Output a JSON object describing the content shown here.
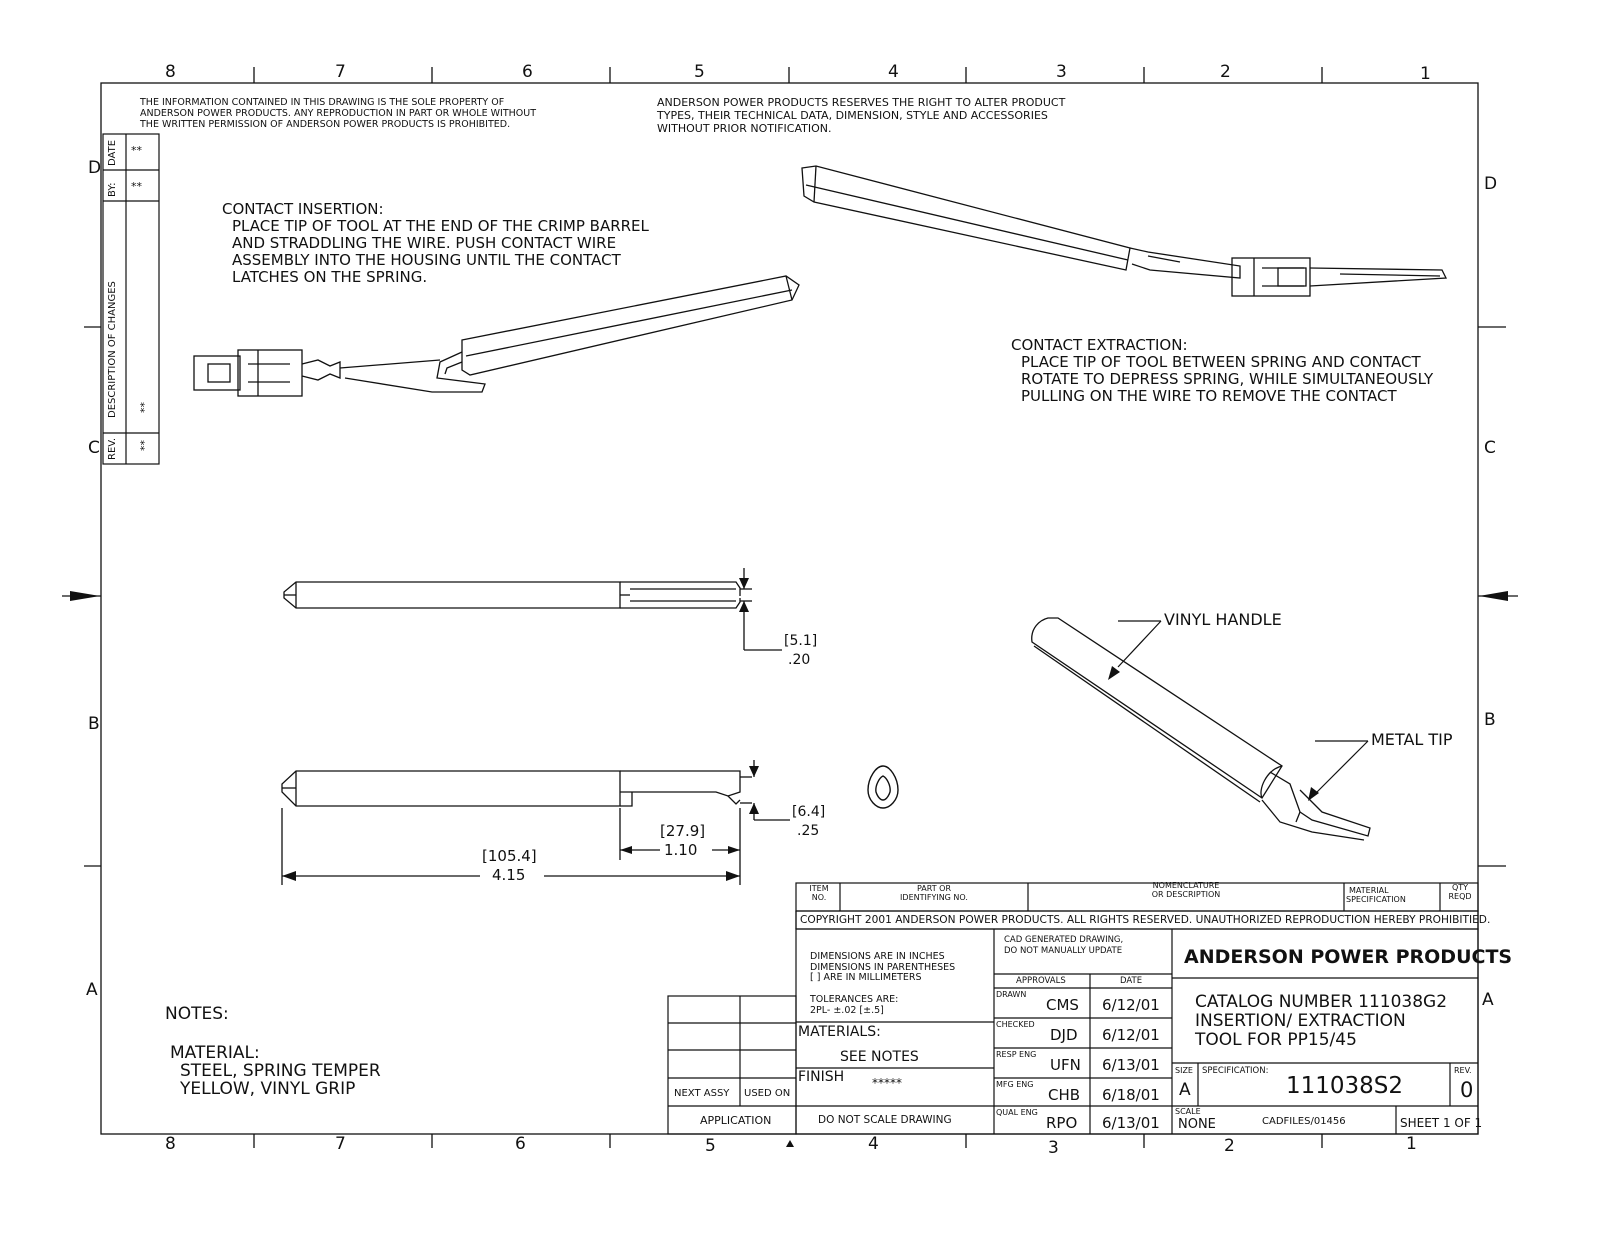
{
  "zone_columns_top": [
    "8",
    "7",
    "6",
    "5",
    "4",
    "3",
    "2",
    "1"
  ],
  "zone_columns_bottom": [
    "8",
    "7",
    "6",
    "5",
    "4",
    "3",
    "2",
    "1"
  ],
  "zone_rows_left": [
    "D",
    "C",
    "B",
    "A"
  ],
  "zone_rows_right": [
    "D",
    "C",
    "B",
    "A"
  ],
  "proprietary_notice": [
    "THE INFORMATION CONTAINED IN THIS DRAWING IS THE SOLE PROPERTY OF",
    "ANDERSON POWER PRODUCTS.  ANY REPRODUCTION IN PART OR WHOLE WITHOUT",
    "THE WRITTEN PERMISSION OF ANDERSON POWER PRODUCTS IS PROHIBITED."
  ],
  "rights_notice": [
    "ANDERSON POWER PRODUCTS RESERVES THE RIGHT TO ALTER PRODUCT",
    "TYPES, THEIR TECHNICAL DATA, DIMENSION, STYLE AND ACCESSORIES",
    "WITHOUT PRIOR NOTIFICATION."
  ],
  "revision_block": {
    "date_label": "DATE",
    "date_value": "**",
    "by_label": "BY:",
    "by_value": "**",
    "desc_label": "DESCRIPTION OF CHANGES",
    "desc_value": "**",
    "rev_label": "REV.",
    "rev_value": "**"
  },
  "contact_insertion": {
    "title": "CONTACT INSERTION:",
    "lines": [
      "PLACE TIP OF TOOL AT THE END OF THE CRIMP BARREL",
      "AND STRADDLING THE WIRE.  PUSH   CONTACT WIRE",
      "ASSEMBLY INTO THE HOUSING UNTIL THE CONTACT",
      "LATCHES ON THE SPRING."
    ]
  },
  "contact_extraction": {
    "title": "CONTACT EXTRACTION:",
    "lines": [
      "PLACE TIP OF TOOL BETWEEN SPRING AND CONTACT",
      "ROTATE TO DEPRESS SPRING, WHILE SIMULTANEOUSLY",
      "PULLING ON THE WIRE TO REMOVE THE CONTACT"
    ]
  },
  "callouts": {
    "handle": "VINYL HANDLE",
    "tip": "METAL TIP"
  },
  "dimensions": {
    "slot_mm": "[5.1]",
    "slot_in": ".20",
    "tip_mm": "[6.4]",
    "tip_in": ".25",
    "blade_mm": "[27.9]",
    "blade_in": "1.10",
    "overall_mm": "[105.4]",
    "overall_in": "4.15"
  },
  "notes": {
    "title": "NOTES:",
    "material_title": "MATERIAL:",
    "lines": [
      "STEEL, SPRING TEMPER",
      "YELLOW, VINYL GRIP"
    ]
  },
  "parts_list_header": {
    "item": [
      "ITEM",
      "NO."
    ],
    "part": [
      "PART  OR",
      "IDENTIFYING NO."
    ],
    "nomenclature": [
      "NOMENCLATURE",
      "OR DESCRIPTION"
    ],
    "material": [
      "MATERIAL",
      "SPECIFICATION"
    ],
    "qty": [
      "QTY",
      "REQD"
    ]
  },
  "copyright": "COPYRIGHT 2001 ANDERSON POWER PRODUCTS. ALL RIGHTS RESERVED. UNAUTHORIZED REPRODUCTION HEREBY PROHIBITIED.",
  "application": {
    "next_assy": "NEXT ASSY",
    "used_on": "USED ON",
    "label": "APPLICATION"
  },
  "dimension_notes": [
    "DIMENSIONS  ARE  IN  INCHES",
    "DIMENSIONS IN PARENTHESES",
    "[ ] ARE IN MILLIMETERS"
  ],
  "tolerances": [
    "TOLERANCES ARE:",
    "2PL- ±.02 [±.5]"
  ],
  "materials_label": "MATERIALS:",
  "materials_value": "SEE NOTES",
  "finish_label": "FINISH",
  "finish_value": "*****",
  "do_not_scale": "DO  NOT  SCALE  DRAWING",
  "cad_note": [
    "CAD GENERATED DRAWING,",
    "DO  NOT  MANUALLY  UPDATE"
  ],
  "approvals_label": "APPROVALS",
  "date_label": "DATE",
  "approvals": [
    {
      "role": "DRAWN",
      "initials": "CMS",
      "date": "6/12/01"
    },
    {
      "role": "CHECKED",
      "initials": "DJD",
      "date": "6/12/01"
    },
    {
      "role": "RESP ENG",
      "initials": "UFN",
      "date": "6/13/01"
    },
    {
      "role": "MFG ENG",
      "initials": "CHB",
      "date": "6/18/01"
    },
    {
      "role": "QUAL ENG",
      "initials": "RPO",
      "date": "6/13/01"
    }
  ],
  "company": "ANDERSON POWER PRODUCTS",
  "title_lines": [
    "CATALOG NUMBER 111038G2",
    "INSERTION/ EXTRACTION",
    "TOOL FOR PP15/45"
  ],
  "size_label": "SIZE",
  "size_value": "A",
  "spec_label": "SPECIFICATION:",
  "spec_value": "111038S2",
  "rev_label": "REV.",
  "rev_value": "0",
  "scale_label": "SCALE",
  "scale_value": "NONE",
  "file_path": "CADFILES/01456",
  "sheet": "SHEET 1 OF 1"
}
